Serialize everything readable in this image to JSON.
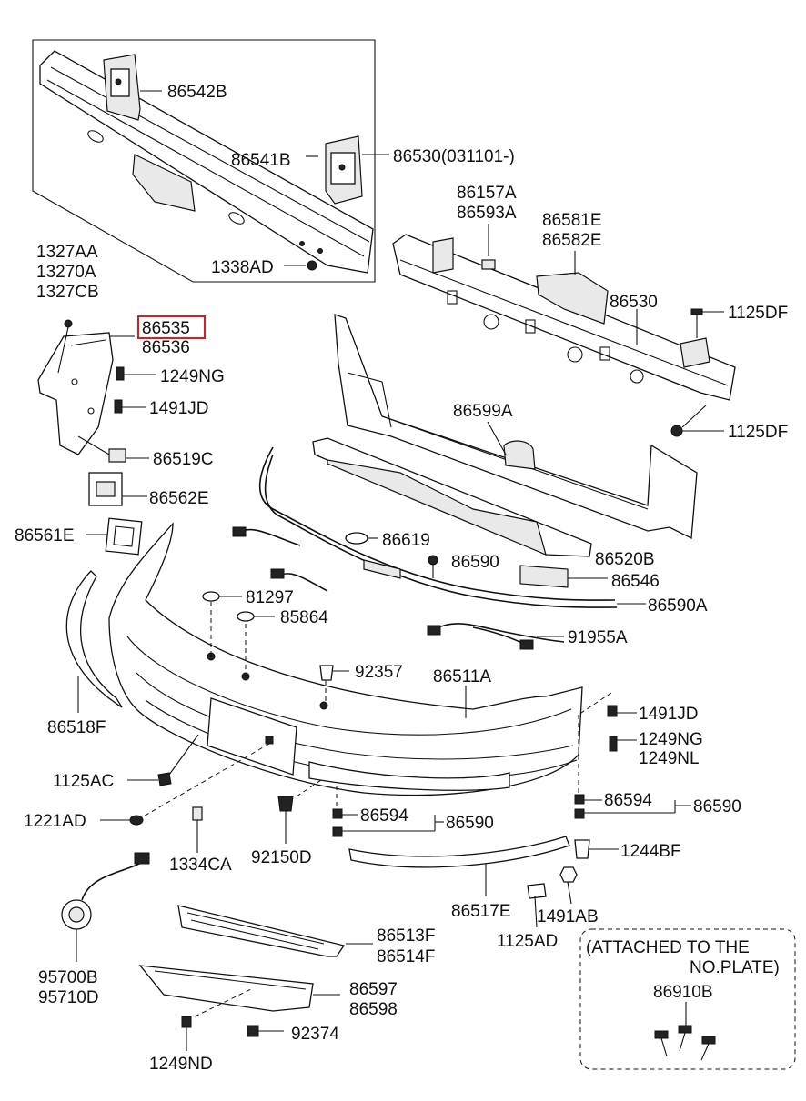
{
  "labels": {
    "p86542B": "86542B",
    "p86541B": "86541B",
    "p86530_date": "86530(031101-)",
    "p1338AD": "1338AD",
    "p86157A": "86157A",
    "p86593A": "86593A",
    "p86581E": "86581E",
    "p86582E": "86582E",
    "p86530": "86530",
    "p1125DF_top": "1125DF",
    "p1125DF_bot": "1125DF",
    "p1327AA": "1327AA",
    "p13270A": "13270A",
    "p1327CB": "1327CB",
    "p86535": "86535",
    "p86536": "86536",
    "p1249NG_top": "1249NG",
    "p1491JD_top": "1491JD",
    "p86519C": "86519C",
    "p86562E": "86562E",
    "p86561E": "86561E",
    "p86599A": "86599A",
    "p86619": "86619",
    "p86590_top": "86590",
    "p86520B": "86520B",
    "p86546": "86546",
    "p86590A": "86590A",
    "p81297": "81297",
    "p85864": "85864",
    "p91955A": "91955A",
    "p92357": "92357",
    "p86511A": "86511A",
    "p86518F": "86518F",
    "p1491JD_right": "1491JD",
    "p1249NG_right": "1249NG",
    "p1249NL": "1249NL",
    "p1125AC": "1125AC",
    "p86594_right": "86594",
    "p86590_right": "86590",
    "p1221AD": "1221AD",
    "p86594_mid": "86594",
    "p86590_mid": "86590",
    "p92150D": "92150D",
    "p1334CA": "1334CA",
    "p1244BF": "1244BF",
    "p86517E": "86517E",
    "p1491AB": "1491AB",
    "p1125AD": "1125AD",
    "p86513F": "86513F",
    "p86514F": "86514F",
    "p95700B": "95700B",
    "p95710D": "95710D",
    "p86597": "86597",
    "p86598": "86598",
    "p92374": "92374",
    "p1249ND": "1249ND",
    "note_line1": "(ATTACHED TO THE",
    "note_line2": "NO.PLATE)",
    "p86910B": "86910B"
  },
  "highlight": {
    "part": "86535",
    "color": "#d62020"
  }
}
